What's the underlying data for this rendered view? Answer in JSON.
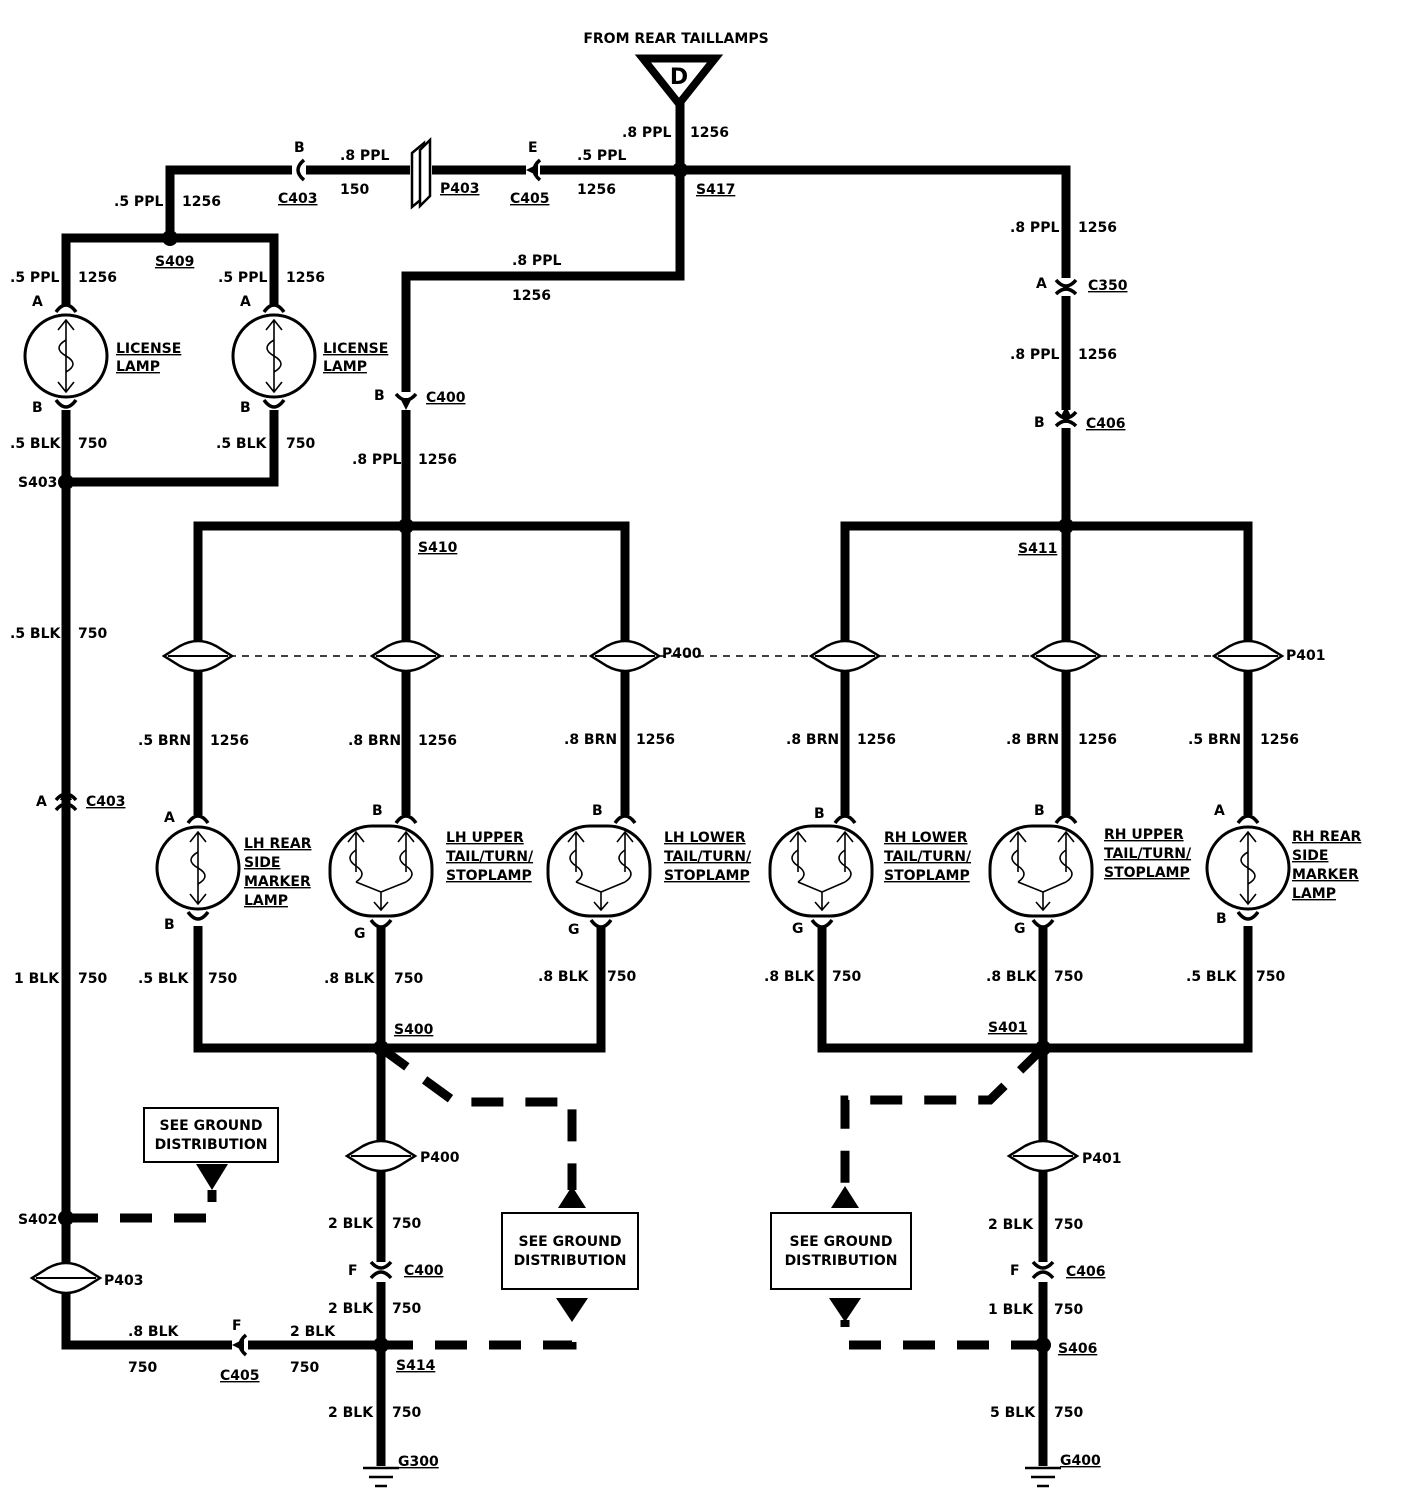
{
  "source": {
    "label": "FROM REAR TAILLAMPS",
    "letter": "D"
  },
  "splices": {
    "s417": "S417",
    "s409": "S409",
    "s403": "S403",
    "s410": "S410",
    "s411": "S411",
    "s400": "S400",
    "s401": "S401",
    "s402": "S402",
    "s414": "S414",
    "s406": "S406"
  },
  "connectors": {
    "c403_top": "C403",
    "c405_top": "C405",
    "p403_top": "P403",
    "c350": "C350",
    "c400_top": "C400",
    "c406_top": "C406",
    "p400_mid": "P400",
    "p401_mid": "P401",
    "c403_left": "C403",
    "p400_low": "P400",
    "p401_low": "P401",
    "c400_low": "C400",
    "c406_low": "C406",
    "p403_low": "P403",
    "c405_low": "C405"
  },
  "pins": {
    "a": "A",
    "b": "B",
    "e": "E",
    "f": "F",
    "g": "G"
  },
  "grounds": {
    "g300": "G300",
    "g400": "G400"
  },
  "boxes": {
    "ground_line1": "SEE GROUND",
    "ground_line2": "DISTRIBUTION"
  },
  "lamps": {
    "license_l1": "LICENSE",
    "license_l2": "LAMP",
    "lh_side_l1": "LH REAR",
    "lh_side_l2": "SIDE",
    "lh_side_l3": "MARKER",
    "lh_side_l4": "LAMP",
    "lh_upper_l1": "LH UPPER",
    "lh_upper_l2": "TAIL/TURN/",
    "lh_upper_l3": "STOPLAMP",
    "lh_lower_l1": "LH LOWER",
    "lh_lower_l2": "TAIL/TURN/",
    "lh_lower_l3": "STOPLAMP",
    "rh_lower_l1": "RH LOWER",
    "rh_lower_l2": "TAIL/TURN/",
    "rh_lower_l3": "STOPLAMP",
    "rh_upper_l1": "RH UPPER",
    "rh_upper_l2": "TAIL/TURN/",
    "rh_upper_l3": "STOPLAMP",
    "rh_side_l1": "RH REAR",
    "rh_side_l2": "SIDE",
    "rh_side_l3": "MARKER",
    "rh_side_l4": "LAMP"
  },
  "wires": {
    "ppl08": ".8 PPL",
    "ppl05": ".5 PPL",
    "blk05": ".5 BLK",
    "blk08": ".8 BLK",
    "blk1": "1 BLK",
    "blk2": "2 BLK",
    "blk5": "5 BLK",
    "brn05": ".5 BRN",
    "brn08": ".8 BRN",
    "c1256": "1256",
    "c750": "750",
    "c150": "150"
  }
}
